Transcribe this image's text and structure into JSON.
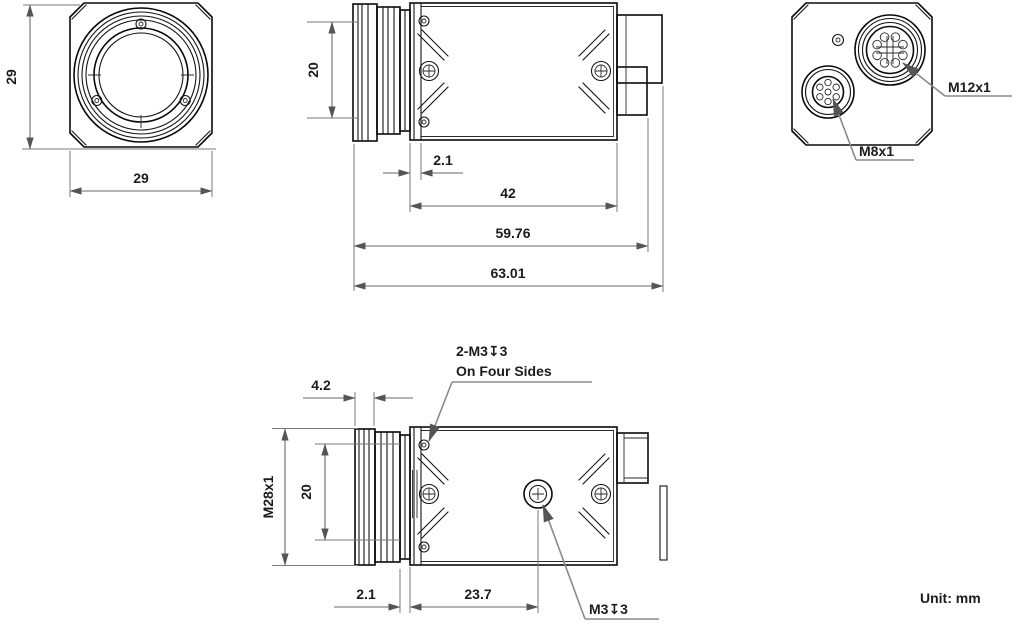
{
  "meta": {
    "unit_label": "Unit: mm"
  },
  "front_view": {
    "height_dim": "29",
    "width_dim": "29"
  },
  "side_view": {
    "bore_dim": "20",
    "flange_dim": "2.1",
    "body_length_dim": "42",
    "housing_length_dim": "59.76",
    "overall_length_dim": "63.01"
  },
  "rear_view": {
    "large_connector_label": "M12x1",
    "small_connector_label": "M8x1"
  },
  "bottom_view": {
    "front_ring_dim": "4.2",
    "lens_thread_label": "M28x1",
    "bore_dim": "20",
    "rear_ring_dim": "2.1",
    "hole_offset_dim": "23.7",
    "screw_note_line1": "2-M3↧3",
    "screw_note_line2": "On Four Sides",
    "center_hole_label": "M3↧3"
  }
}
